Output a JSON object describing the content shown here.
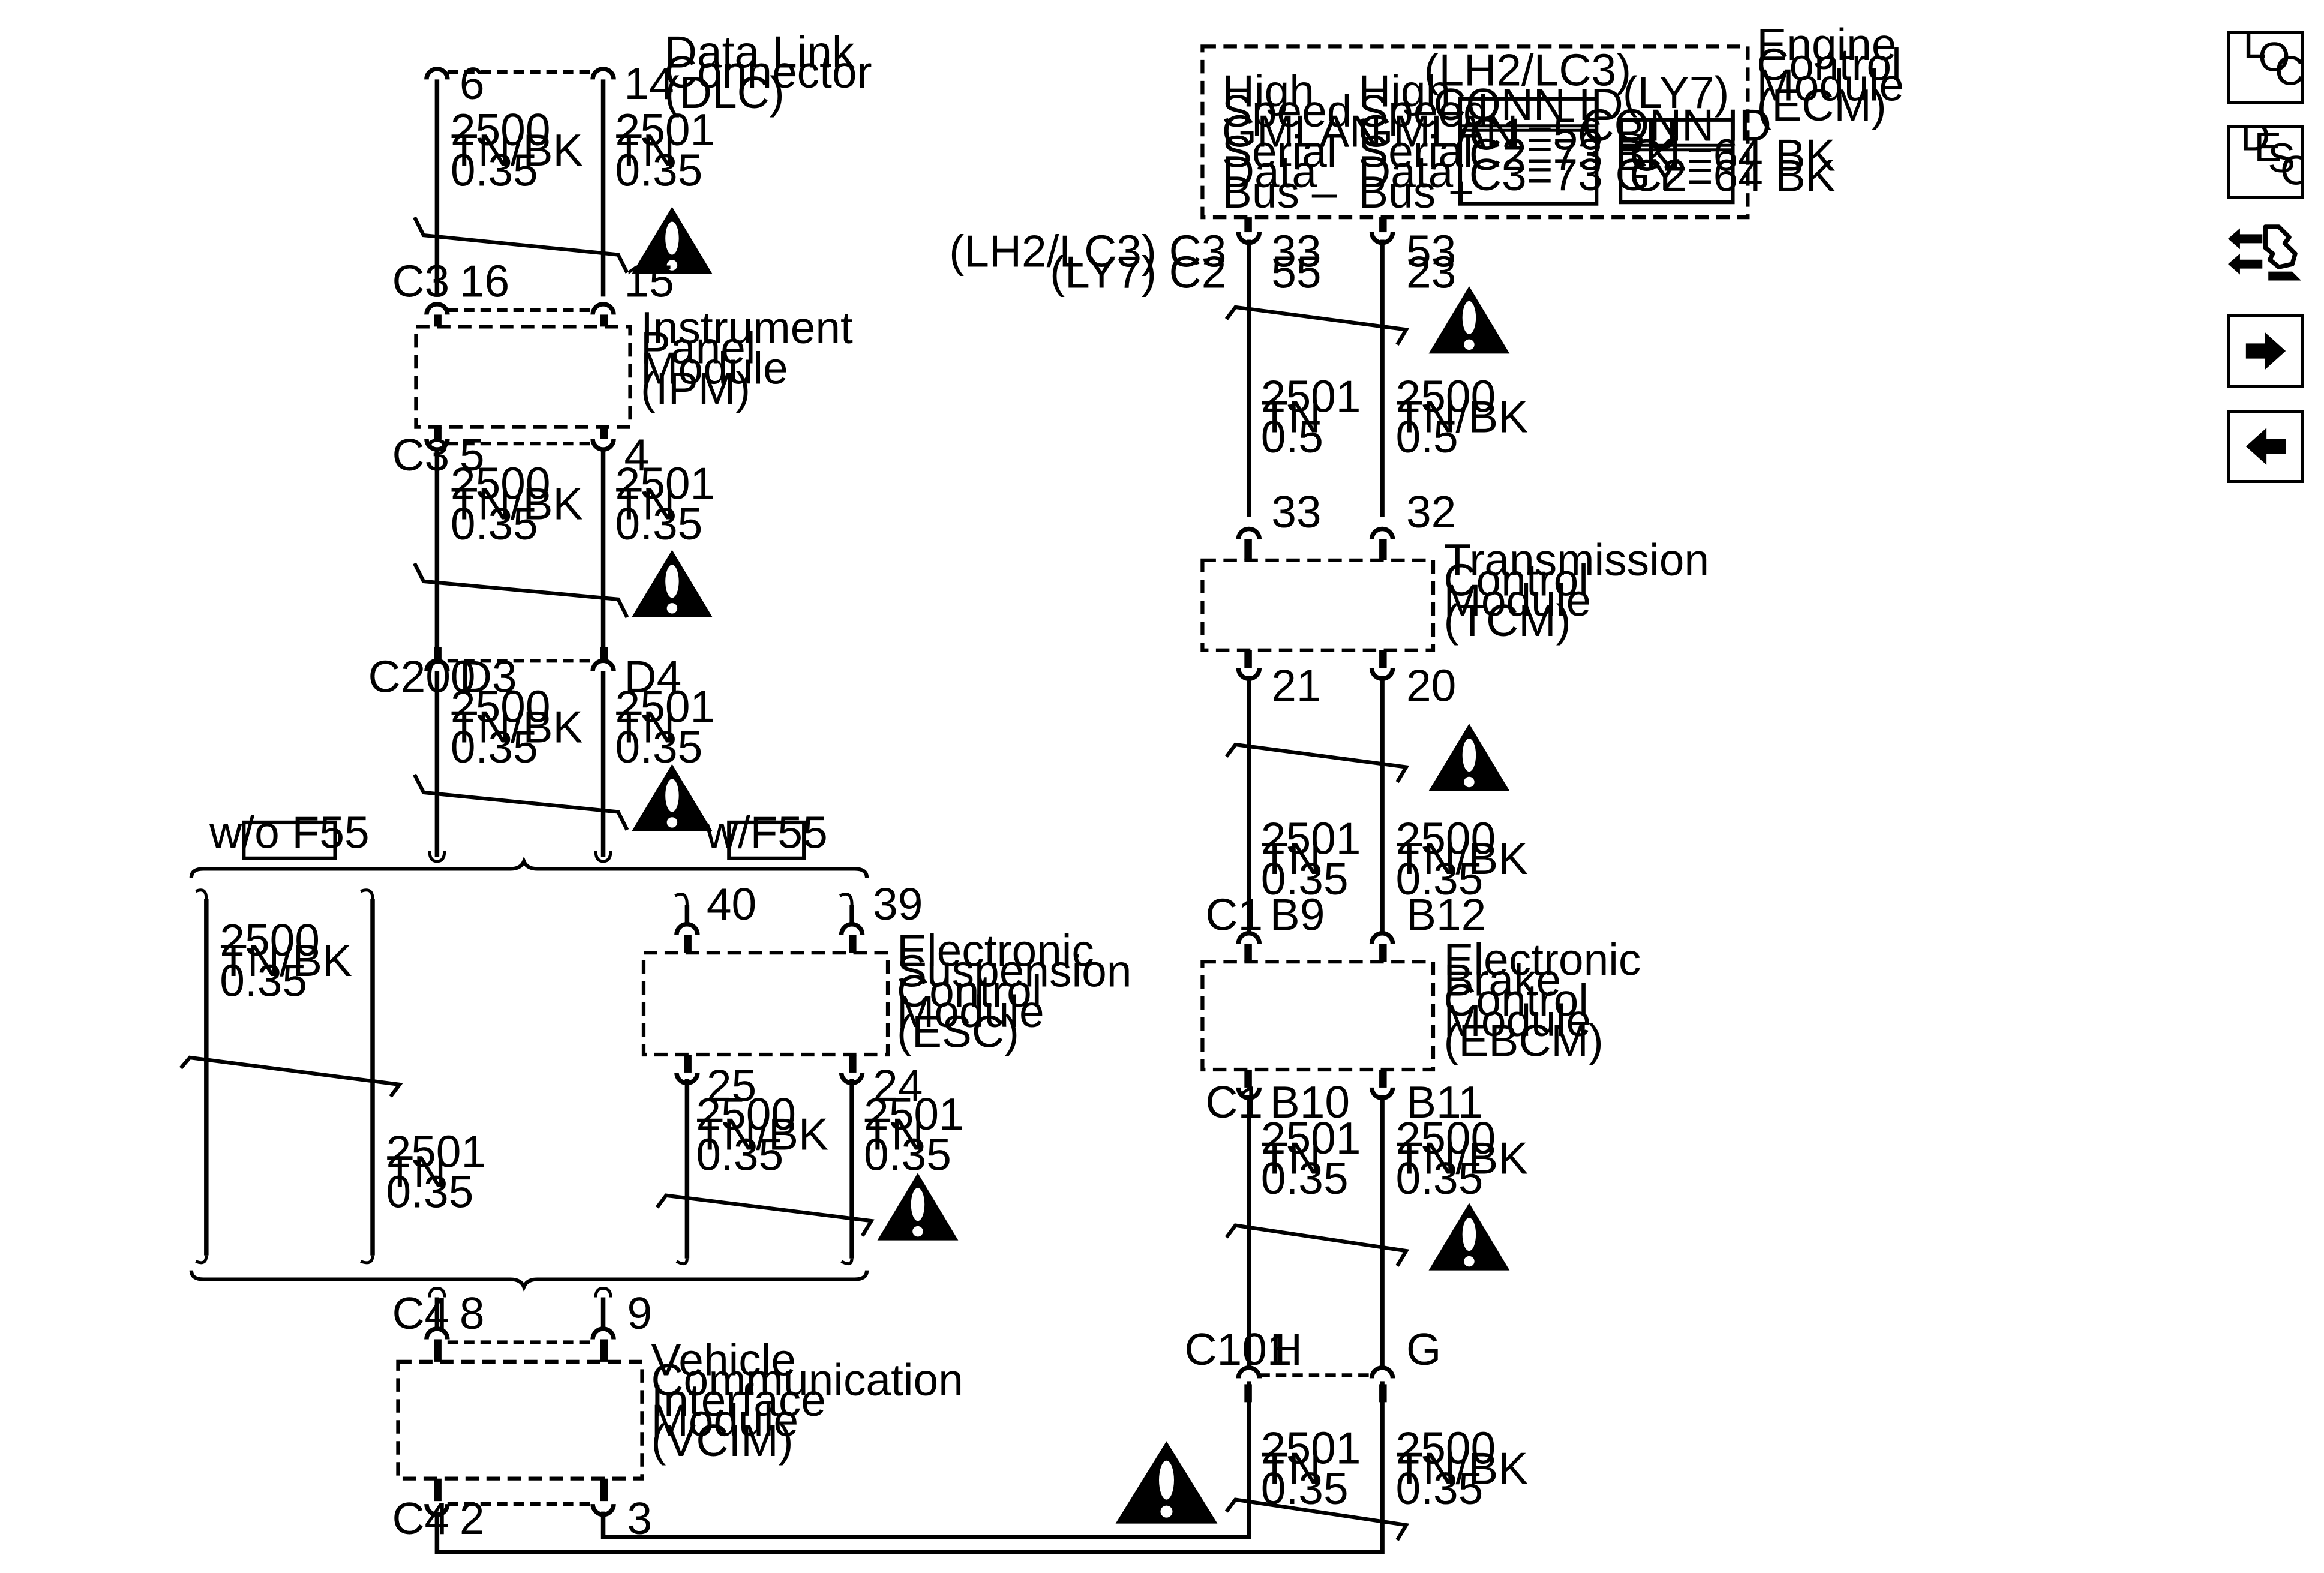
{
  "modules": {
    "dlc": [
      "Data Link",
      "Connector",
      "(DLC)"
    ],
    "ipm": [
      "Instrument",
      "Panel",
      "Module",
      "(IPM)"
    ],
    "esc": [
      "Electronic",
      "Suspension",
      "Control",
      "Module",
      "(ESC)"
    ],
    "vcim": [
      "Vehicle",
      "Communication",
      "Interface",
      "Module",
      "(VCIM)"
    ],
    "ecm": [
      "Engine",
      "Control",
      "Module",
      "(ECM)"
    ],
    "tcm": [
      "Transmission",
      "Control",
      "Module",
      "(TCM)"
    ],
    "ebcm": [
      "Electronic",
      "Brake",
      "Control",
      "Module",
      "(EBCM)"
    ]
  },
  "ecm_labels": {
    "bus_minus": [
      "High",
      "Speed",
      "GMLAN",
      "Serial",
      "Data",
      "Bus –"
    ],
    "bus_plus": [
      "High",
      "Speed",
      "GMLAN",
      "Serial",
      "Data",
      "Bus +"
    ],
    "lh2_title": "(LH2/LC3)",
    "lh2_header": "CONN ID",
    "lh2_rows": [
      "C1=56 BU",
      "C2=73 BK",
      "C3=73 GY"
    ],
    "ly7_title": "(LY7)",
    "ly7_header": "CONN ID",
    "ly7_rows": [
      "C1=64 BK",
      "C2=64 BK"
    ]
  },
  "connectors": {
    "ecm_c3": "(LH2/LC3) C3",
    "ecm_c2": "(LY7) C2",
    "ipm_c3_top": "C3",
    "ipm_c3_bottom": "C3",
    "c200": "C200",
    "vcim_c4_top": "C4",
    "vcim_c4_bottom": "C4",
    "ebcm_c1_top": "C1",
    "ebcm_c1_bottom": "C1",
    "c101": "C101"
  },
  "pins": {
    "dlc_6": "6",
    "dlc_14": "14",
    "ipm_16": "16",
    "ipm_15": "15",
    "ipm_5": "5",
    "ipm_4": "4",
    "c200_d3": "D3",
    "c200_d4": "D4",
    "esc_40": "40",
    "esc_39": "39",
    "esc_25": "25",
    "esc_24": "24",
    "vcim_8": "8",
    "vcim_9": "9",
    "vcim_2": "2",
    "vcim_3": "3",
    "ecm_33": "33",
    "ecm_55": "55",
    "ecm_53": "53",
    "ecm_23": "23",
    "tcm_33": "33",
    "tcm_32": "32",
    "tcm_21": "21",
    "tcm_20": "20",
    "ebcm_b9": "B9",
    "ebcm_b12": "B12",
    "ebcm_b10": "B10",
    "ebcm_b11": "B11",
    "c101_h": "H",
    "c101_g": "G"
  },
  "wires": {
    "tnbk_035": [
      "2500",
      "TN/BK",
      "0.35"
    ],
    "tn_035": [
      "2501",
      "TN",
      "0.35"
    ],
    "tn_05": [
      "2501",
      "TN",
      "0.5"
    ],
    "tnbk_05": [
      "2500",
      "TN/BK",
      "0.5"
    ]
  },
  "options": {
    "without": "w/o F55",
    "with": "w/F55"
  },
  "nav": {
    "loc": [
      "L",
      "O",
      "C"
    ],
    "desc": [
      "D",
      "E",
      "S",
      "C"
    ],
    "tool_icon": "schematic-tool-icon",
    "next_icon": "arrow-right-icon",
    "prev_icon": "arrow-left-icon"
  }
}
